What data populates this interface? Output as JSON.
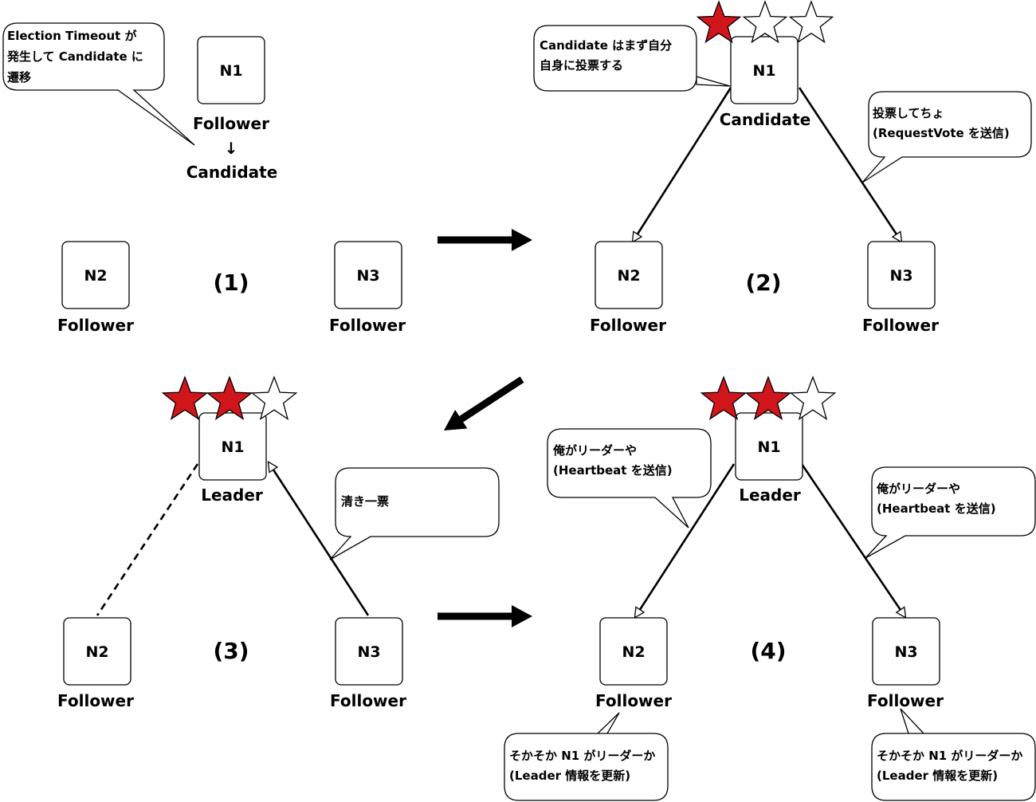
{
  "panels": [
    {
      "id": "p1",
      "step": "(1)",
      "n1": {
        "name": "N1",
        "role": "Follower",
        "transition": "↓",
        "role2": "Candidate"
      },
      "n2": {
        "name": "N2",
        "role": "Follower"
      },
      "n3": {
        "name": "N3",
        "role": "Follower"
      },
      "bubbles": [
        {
          "lines": [
            "Election Timeout が",
            "発生して Candidate に",
            "遷移"
          ]
        }
      ]
    },
    {
      "id": "p2",
      "step": "(2)",
      "n1": {
        "name": "N1",
        "role": "Candidate"
      },
      "n2": {
        "name": "N2",
        "role": "Follower"
      },
      "n3": {
        "name": "N3",
        "role": "Follower"
      },
      "votes": {
        "received": 1,
        "total": 3
      },
      "bubbles": [
        {
          "lines": [
            "Candidate はまず自分",
            "自身に投票する"
          ]
        },
        {
          "lines": [
            "投票してちょ",
            "(RequestVote を送信)"
          ]
        }
      ]
    },
    {
      "id": "p3",
      "step": "(3)",
      "n1": {
        "name": "N1",
        "role": "Leader"
      },
      "n2": {
        "name": "N2",
        "role": "Follower"
      },
      "n3": {
        "name": "N3",
        "role": "Follower"
      },
      "votes": {
        "received": 2,
        "total": 3
      },
      "bubbles": [
        {
          "lines": [
            "清き一票"
          ]
        }
      ]
    },
    {
      "id": "p4",
      "step": "(4)",
      "n1": {
        "name": "N1",
        "role": "Leader"
      },
      "n2": {
        "name": "N2",
        "role": "Follower"
      },
      "n3": {
        "name": "N3",
        "role": "Follower"
      },
      "votes": {
        "received": 2,
        "total": 3
      },
      "bubbles": [
        {
          "lines": [
            "俺がリーダーや",
            "(Heartbeat を送信)"
          ]
        },
        {
          "lines": [
            "俺がリーダーや",
            "(Heartbeat を送信)"
          ]
        },
        {
          "lines": [
            "そかそか N1 がリーダーか",
            "(Leader 情報を更新)"
          ]
        },
        {
          "lines": [
            "そかそか N1 がリーダーか",
            "(Leader 情報を更新)"
          ]
        }
      ]
    }
  ],
  "colors": {
    "vote_filled": "#d0161b",
    "vote_empty": "#ffffff",
    "stroke": "#000000"
  }
}
